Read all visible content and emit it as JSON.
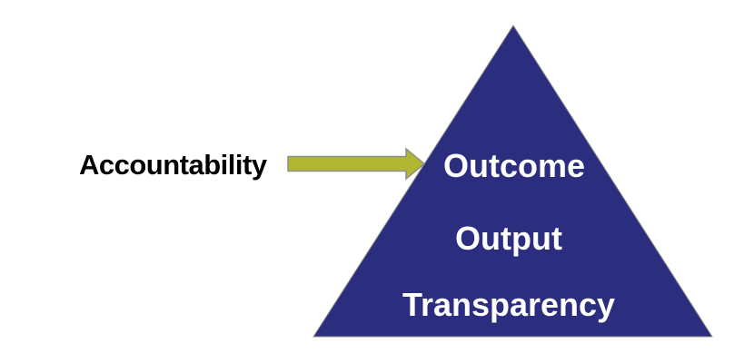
{
  "diagram": {
    "side_label": "Accountability",
    "levels": [
      "Outcome",
      "Output",
      "Transparency"
    ]
  },
  "colors": {
    "background": "#ffffff",
    "pyramid_fill": "#2b2d7e",
    "pyramid_text": "#ffffff",
    "arrow_fill": "#b2b733",
    "shape_outline": "#8e8f85",
    "side_label_text": "#000000"
  }
}
